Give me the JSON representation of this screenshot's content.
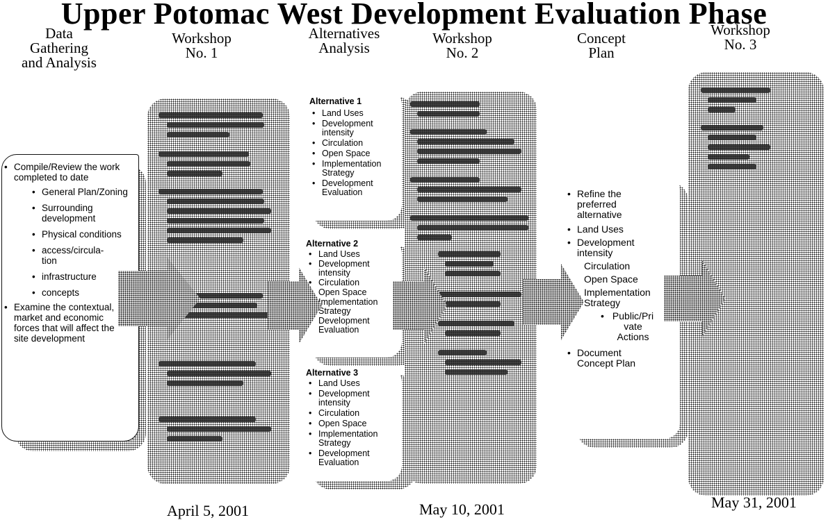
{
  "title": "Upper Potomac West Development Evaluation Phase",
  "columns": [
    {
      "heading": "Data\nGathering\nand Analysis"
    },
    {
      "heading": "Workshop\nNo. 1"
    },
    {
      "heading": "Alternatives\nAnalysis"
    },
    {
      "heading": "Workshop\nNo. 2"
    },
    {
      "heading": "Concept\nPlan"
    },
    {
      "heading": "Workshop\nNo. 3"
    }
  ],
  "dates": [
    "April 5, 2001",
    "May 10, 2001",
    "May 31, 2001"
  ],
  "data_gathering": {
    "items": [
      "Compile/Review the work completed to date",
      "Examine the contextual, market and economic forces that will affect the site development"
    ],
    "subitems": [
      "General Plan/Zoning",
      "Surrounding development",
      "Physical conditions",
      "access/circula-tion",
      "infrastructure",
      "concepts"
    ]
  },
  "alternatives": [
    {
      "label": "Alternative 1",
      "items": [
        "Land Uses",
        "Development intensity",
        "Circulation",
        "Open Space",
        "Implementation Strategy",
        "Development Evaluation"
      ]
    },
    {
      "label": "Alternative 2",
      "items": [
        "Land Uses",
        "Development intensity",
        "Circulation",
        "Open Space",
        "Implementation Strategy",
        "Development Evaluation"
      ]
    },
    {
      "label": "Alternative 3",
      "items": [
        "Land Uses",
        "Development intensity",
        "Circulation",
        "Open Space",
        "Implementation Strategy",
        "Development Evaluation"
      ]
    }
  ],
  "concept_plan": {
    "item1": "Refine the preferred alternative",
    "item2": "Land Uses",
    "item3": "Development intensity",
    "plain1": "Circulation",
    "plain2": "Open Space",
    "plain3": "Implementation Strategy",
    "sub": "Public/Pri vate Actions",
    "item4": "Document Concept Plan"
  }
}
